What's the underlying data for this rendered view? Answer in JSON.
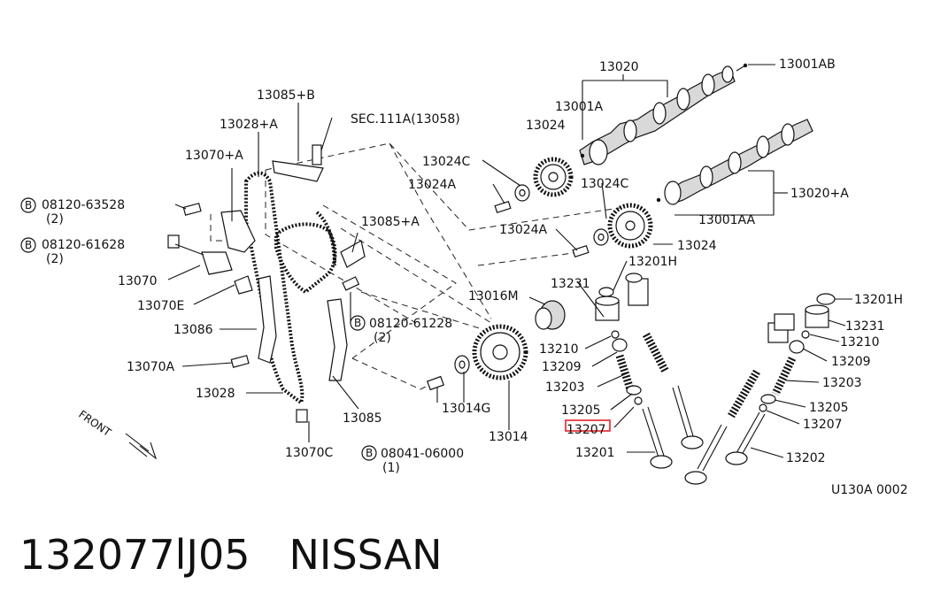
{
  "labels": {
    "l13020": "13020",
    "l13001AB": "13001AB",
    "l13001A": "13001A",
    "l13085B": "13085+B",
    "lSEC": "SEC.111A(13058)",
    "l13028A": "13028+A",
    "l13024_top": "13024",
    "l13070A_plus": "13070+A",
    "l13024C_left": "13024C",
    "l13024A_left": "13024A",
    "l13024C_right": "13024C",
    "l13020A": "13020+A",
    "l13001AA": "13001AA",
    "lB1_part": "08120-63528",
    "lB1_qty": "(2)",
    "lB2_part": "08120-61628",
    "lB2_qty": "(2)",
    "l13085A": "13085+A",
    "l13024A_right": "13024A",
    "l13024_right": "13024",
    "l13201H_top": "13201H",
    "l13070": "13070",
    "l13231_left": "13231",
    "l13070E": "13070E",
    "l13016M": "13016M",
    "lB3_part": "08120-61228",
    "lB3_qty": "(2)",
    "l13201H_right": "13201H",
    "l13086": "13086",
    "l13231_right": "13231",
    "l13210_left": "13210",
    "l13210_right": "13210",
    "l13070A": "13070A",
    "l13209_left": "13209",
    "l13209_right": "13209",
    "l13203_left": "13203",
    "l13203_right": "13203",
    "l13028": "13028",
    "l13014G": "13014G",
    "l13205_left": "13205",
    "l13205_right": "13205",
    "l13085": "13085",
    "l13207_left": "13207",
    "l13207_right": "13207",
    "lFRONT": "FRONT",
    "l13014": "13014",
    "l13070C": "13070C",
    "lB4_part": "08041-06000",
    "lB4_qty": "(1)",
    "l13201": "13201",
    "l13202": "13202",
    "lCode": "U130A 0002",
    "bolt_symbol": "B"
  },
  "highlight": {
    "part": "13207",
    "color": "#e8202a"
  },
  "title": {
    "part_number": "132077lJ05",
    "brand": "NISSAN"
  }
}
